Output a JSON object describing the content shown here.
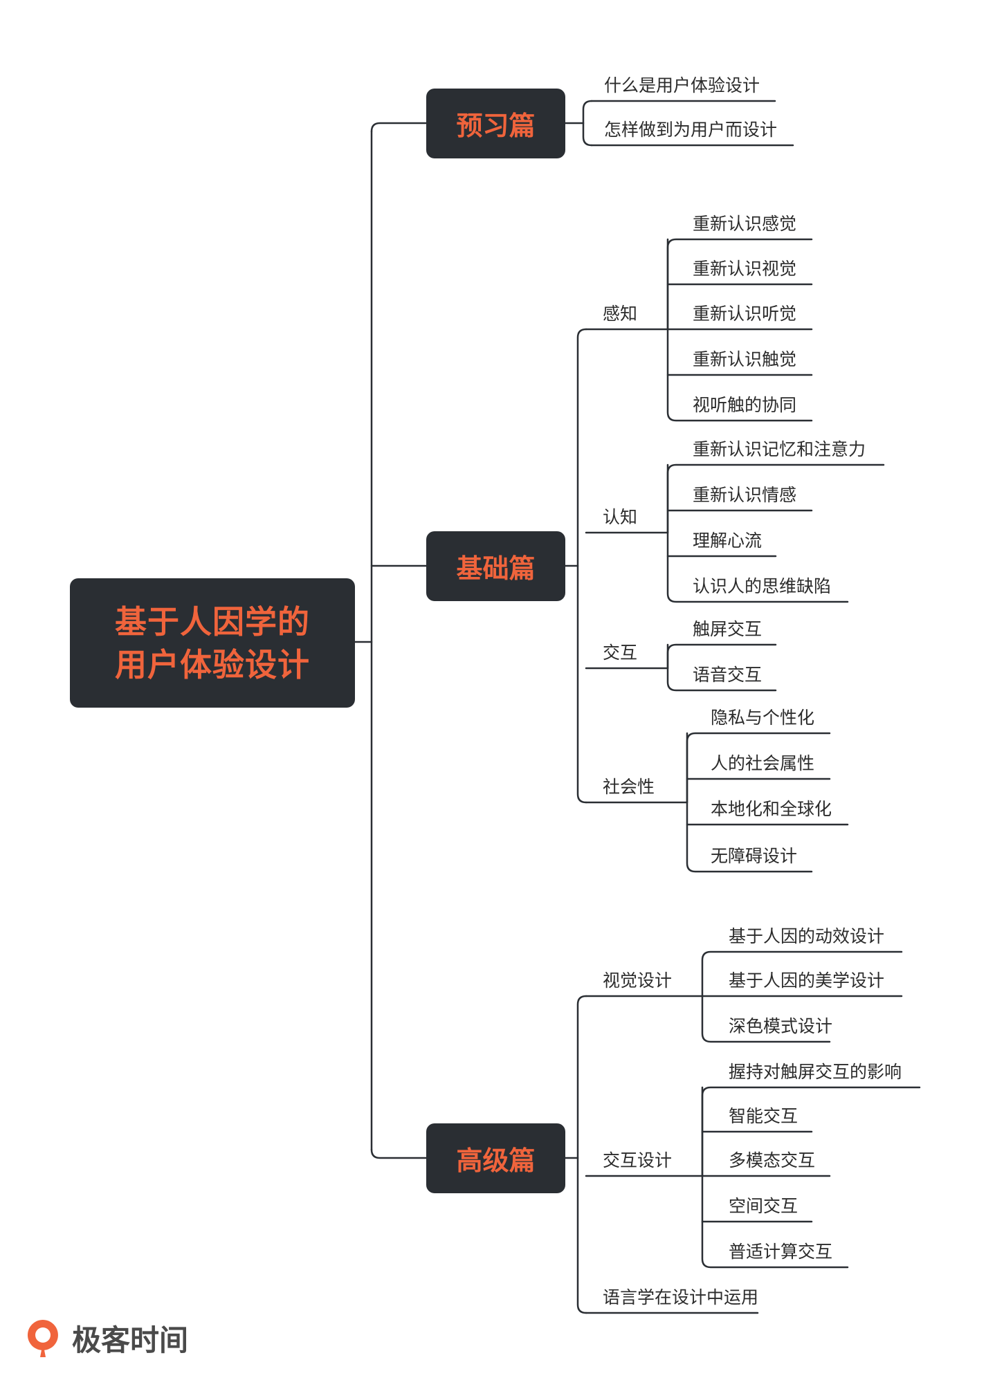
{
  "root": {
    "line1": "基于人因学的",
    "line2": "用户体验设计"
  },
  "categories": {
    "preview": {
      "title": "预习篇",
      "items": [
        "什么是用户体验设计",
        "怎样做到为用户而设计"
      ]
    },
    "basic": {
      "title": "基础篇",
      "groups": [
        {
          "label": "感知",
          "items": [
            "重新认识感觉",
            "重新认识视觉",
            "重新认识听觉",
            "重新认识触觉",
            "视听触的协同"
          ]
        },
        {
          "label": "认知",
          "items": [
            "重新认识记忆和注意力",
            "重新认识情感",
            "理解心流",
            "认识人的思维缺陷"
          ]
        },
        {
          "label": "交互",
          "items": [
            "触屏交互",
            "语音交互"
          ]
        },
        {
          "label": "社会性",
          "items": [
            "隐私与个性化",
            "人的社会属性",
            "本地化和全球化",
            "无障碍设计"
          ]
        }
      ]
    },
    "advanced": {
      "title": "高级篇",
      "groups": [
        {
          "label": "视觉设计",
          "items": [
            "基于人因的动效设计",
            "基于人因的美学设计",
            "深色模式设计"
          ]
        },
        {
          "label": "交互设计",
          "items": [
            "握持对触屏交互的影响",
            "智能交互",
            "多模态交互",
            "空间交互",
            "普适计算交互"
          ]
        },
        {
          "label": "语言学在设计中运用",
          "items": []
        }
      ]
    }
  },
  "logo": {
    "text": "极客时间",
    "icon": "geektime-logo-icon",
    "color": "#f0643c"
  },
  "colors": {
    "node_bg": "#2a2e33",
    "accent": "#f0643c",
    "line": "#2a2e33"
  }
}
